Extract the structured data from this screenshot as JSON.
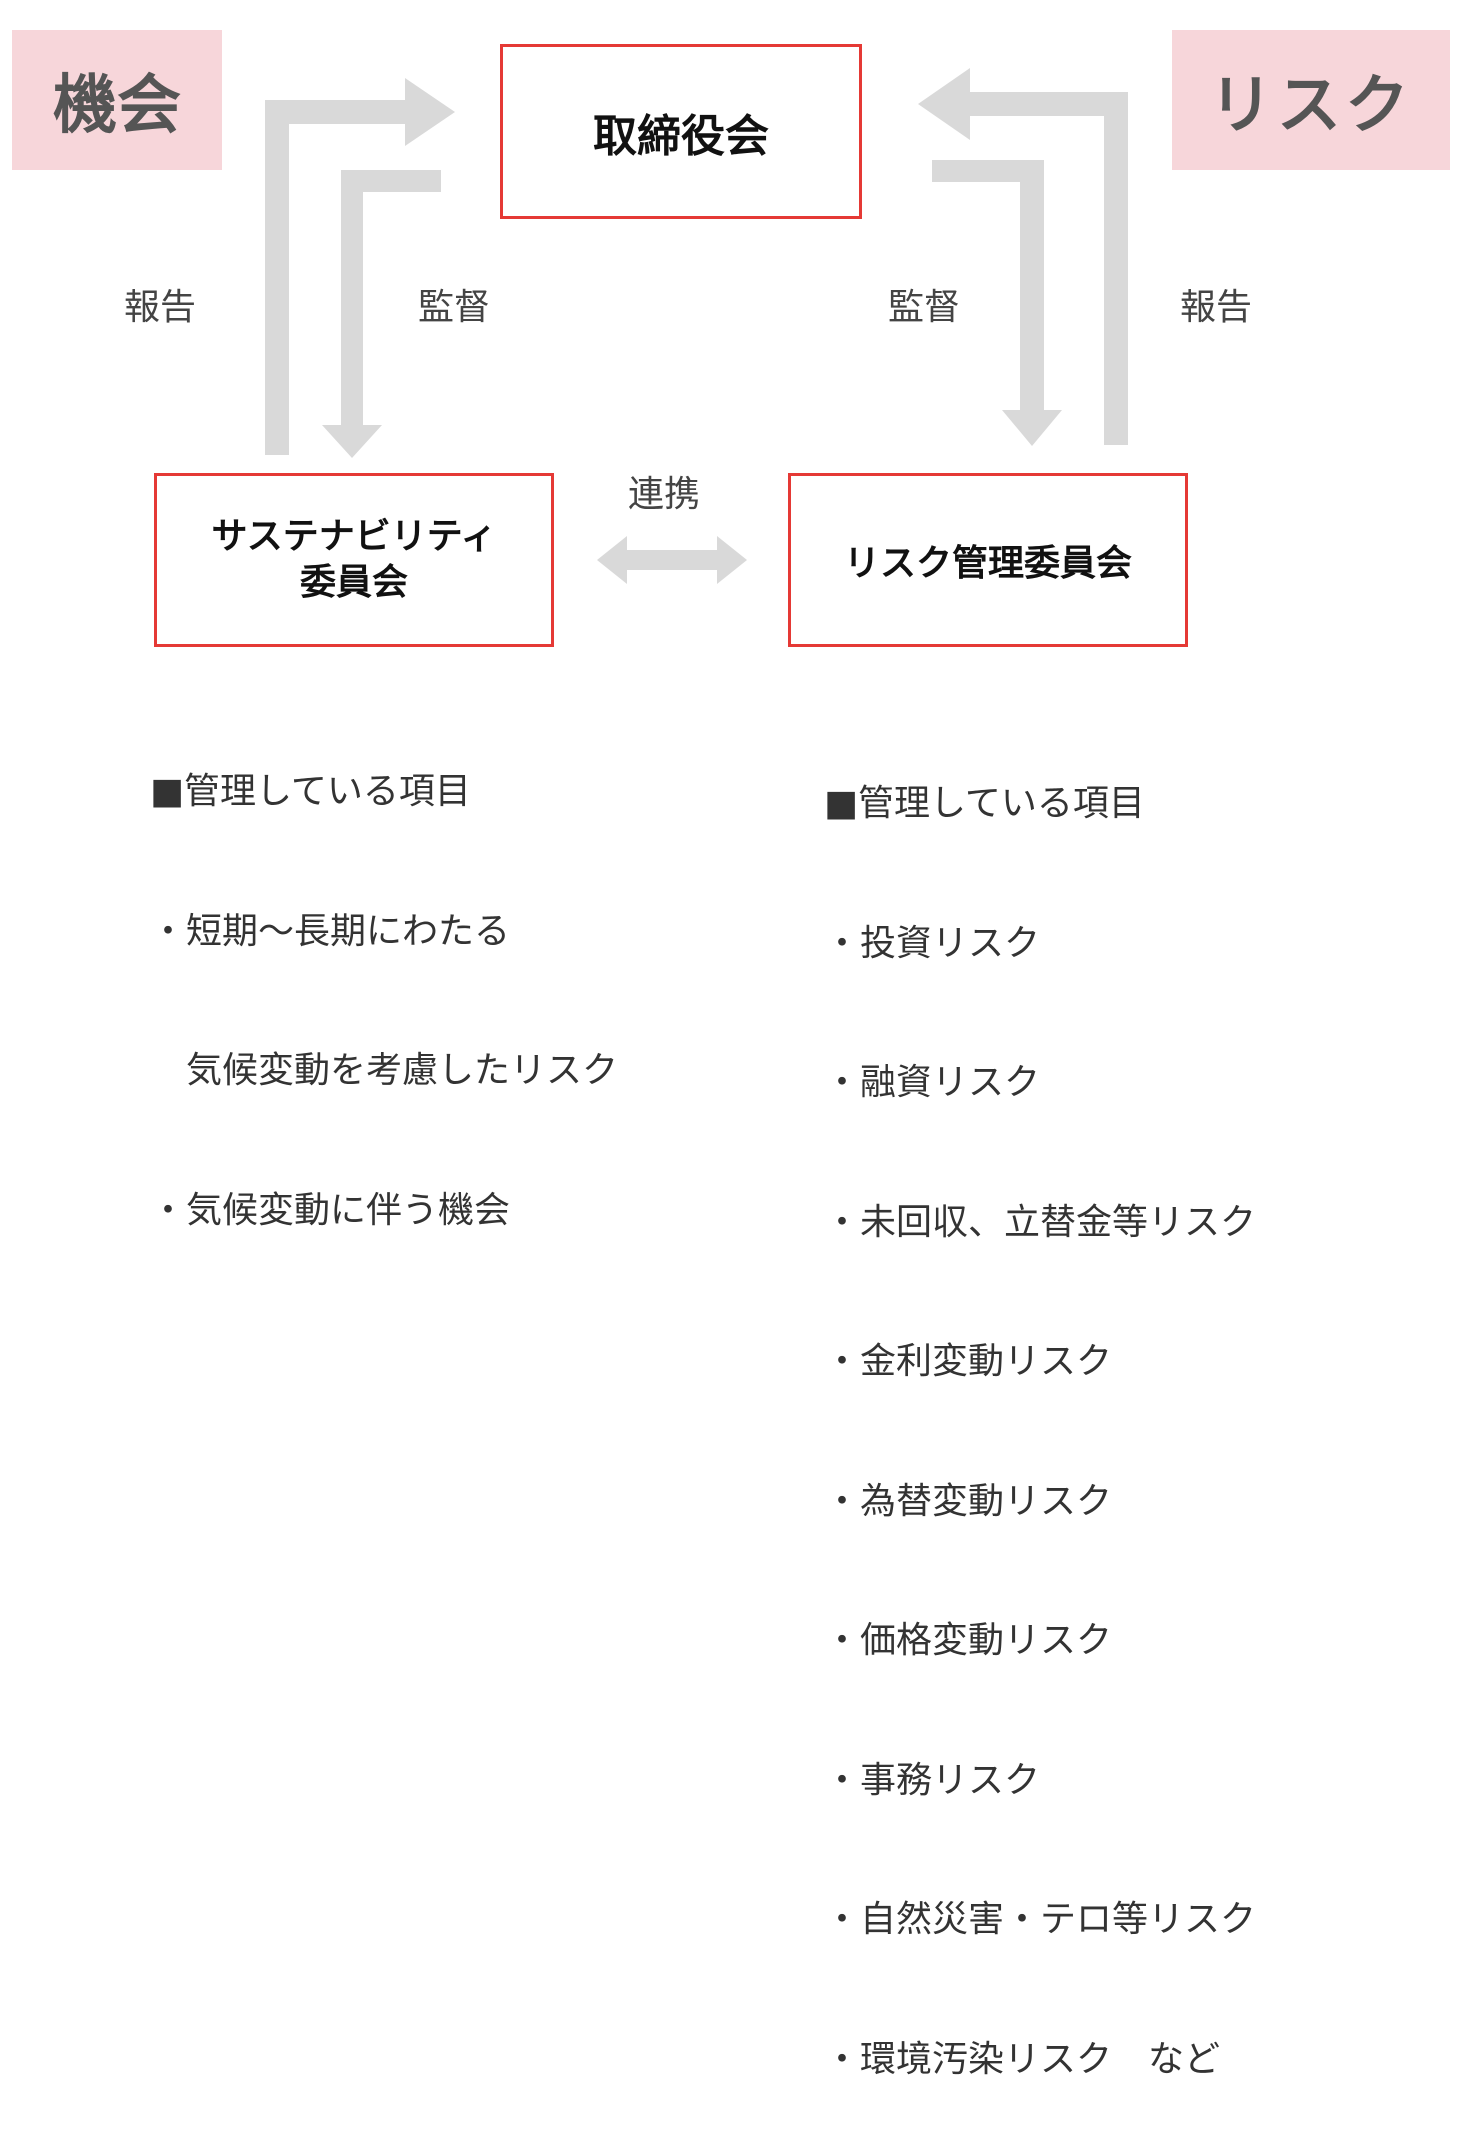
{
  "tags": {
    "opportunity": "機会",
    "risk": "リスク"
  },
  "boxes": {
    "board": "取締役会",
    "sustainability_line1": "サステナビリティ",
    "sustainability_line2": "委員会",
    "risk_committee": "リスク管理委員会"
  },
  "labels": {
    "report_left": "報告",
    "oversee_left": "監督",
    "oversee_right": "監督",
    "report_right": "報告",
    "collaboration": "連携"
  },
  "sustainability_items": [
    "■管理している項目",
    "・短期～長期にわたる",
    "　気候変動を考慮したリスク",
    "・気候変動に伴う機会"
  ],
  "risk_items": [
    "■管理している項目",
    "・投資リスク",
    "・融資リスク",
    "・未回収、立替金等リスク",
    "・金利変動リスク",
    "・為替変動リスク",
    "・価格変動リスク",
    "・事務リスク",
    "・自然災害・テロ等リスク",
    "・環境汚染リスク　など"
  ],
  "colors": {
    "box_border": "#e53935",
    "tag_background": "#f7d6da",
    "arrow": "#d9d9d9"
  }
}
